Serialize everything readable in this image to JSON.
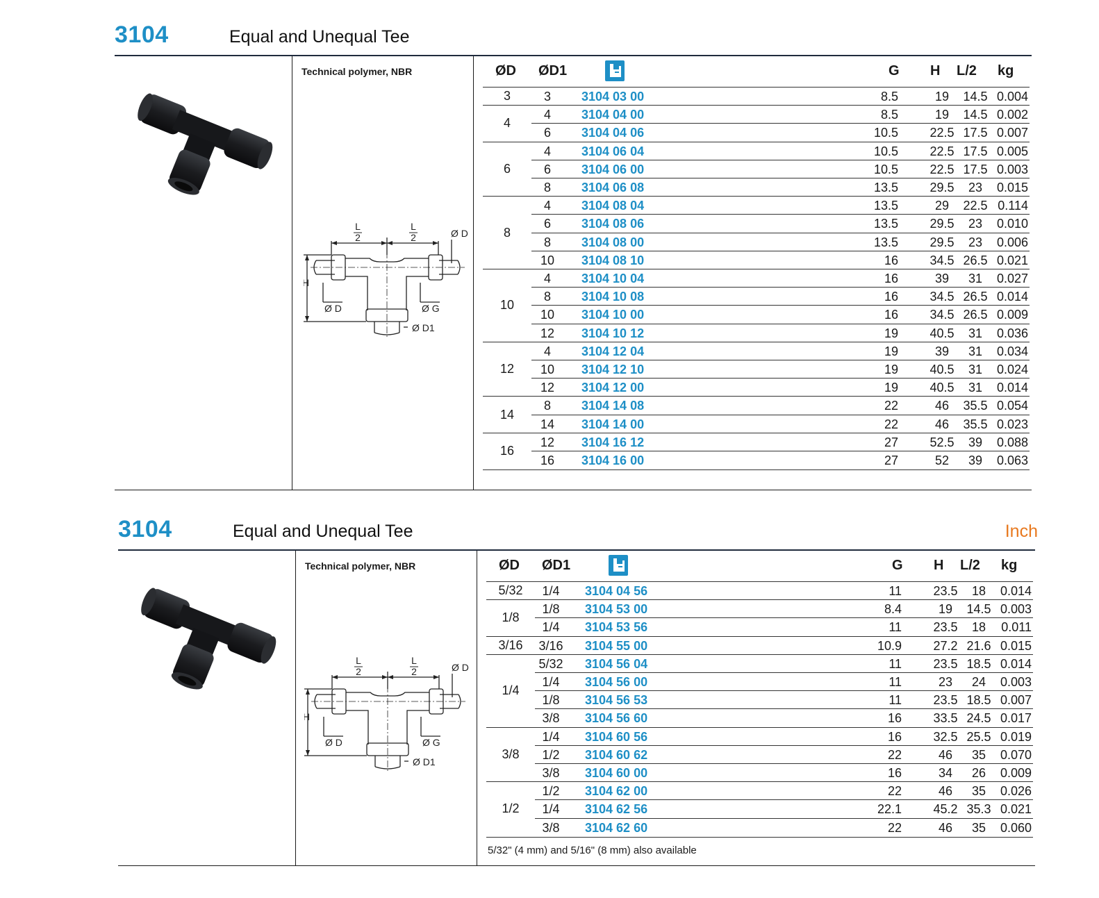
{
  "sections": [
    {
      "number": "3104",
      "title": "Equal and Unequal Tee",
      "unit": "",
      "material": "Technical polymer, NBR",
      "headers": {
        "od": "ØD",
        "od1": "ØD1",
        "g": "G",
        "h": "H",
        "l2": "L/2",
        "kg": "kg"
      },
      "groups": [
        {
          "od": "3",
          "rows": [
            {
              "od1": "3",
              "art": "3104 03 00",
              "g": "8.5",
              "h": "19",
              "l2": "14.5",
              "kg": "0.004"
            }
          ]
        },
        {
          "od": "4",
          "rows": [
            {
              "od1": "4",
              "art": "3104 04 00",
              "g": "8.5",
              "h": "19",
              "l2": "14.5",
              "kg": "0.002"
            },
            {
              "od1": "6",
              "art": "3104 04 06",
              "g": "10.5",
              "h": "22.5",
              "l2": "17.5",
              "kg": "0.007"
            }
          ]
        },
        {
          "od": "6",
          "rows": [
            {
              "od1": "4",
              "art": "3104 06 04",
              "g": "10.5",
              "h": "22.5",
              "l2": "17.5",
              "kg": "0.005"
            },
            {
              "od1": "6",
              "art": "3104 06 00",
              "g": "10.5",
              "h": "22.5",
              "l2": "17.5",
              "kg": "0.003"
            },
            {
              "od1": "8",
              "art": "3104 06 08",
              "g": "13.5",
              "h": "29.5",
              "l2": "23",
              "kg": "0.015"
            }
          ]
        },
        {
          "od": "8",
          "rows": [
            {
              "od1": "4",
              "art": "3104 08 04",
              "g": "13.5",
              "h": "29",
              "l2": "22.5",
              "kg": "0.114"
            },
            {
              "od1": "6",
              "art": "3104 08 06",
              "g": "13.5",
              "h": "29.5",
              "l2": "23",
              "kg": "0.010"
            },
            {
              "od1": "8",
              "art": "3104 08 00",
              "g": "13.5",
              "h": "29.5",
              "l2": "23",
              "kg": "0.006"
            },
            {
              "od1": "10",
              "art": "3104 08 10",
              "g": "16",
              "h": "34.5",
              "l2": "26.5",
              "kg": "0.021"
            }
          ]
        },
        {
          "od": "10",
          "rows": [
            {
              "od1": "4",
              "art": "3104 10 04",
              "g": "16",
              "h": "39",
              "l2": "31",
              "kg": "0.027"
            },
            {
              "od1": "8",
              "art": "3104 10 08",
              "g": "16",
              "h": "34.5",
              "l2": "26.5",
              "kg": "0.014"
            },
            {
              "od1": "10",
              "art": "3104 10 00",
              "g": "16",
              "h": "34.5",
              "l2": "26.5",
              "kg": "0.009"
            },
            {
              "od1": "12",
              "art": "3104 10 12",
              "g": "19",
              "h": "40.5",
              "l2": "31",
              "kg": "0.036"
            }
          ]
        },
        {
          "od": "12",
          "rows": [
            {
              "od1": "4",
              "art": "3104 12 04",
              "g": "19",
              "h": "39",
              "l2": "31",
              "kg": "0.034"
            },
            {
              "od1": "10",
              "art": "3104 12 10",
              "g": "19",
              "h": "40.5",
              "l2": "31",
              "kg": "0.024"
            },
            {
              "od1": "12",
              "art": "3104 12 00",
              "g": "19",
              "h": "40.5",
              "l2": "31",
              "kg": "0.014"
            }
          ]
        },
        {
          "od": "14",
          "rows": [
            {
              "od1": "8",
              "art": "3104 14 08",
              "g": "22",
              "h": "46",
              "l2": "35.5",
              "kg": "0.054"
            },
            {
              "od1": "14",
              "art": "3104 14 00",
              "g": "22",
              "h": "46",
              "l2": "35.5",
              "kg": "0.023"
            }
          ]
        },
        {
          "od": "16",
          "rows": [
            {
              "od1": "12",
              "art": "3104 16 12",
              "g": "27",
              "h": "52.5",
              "l2": "39",
              "kg": "0.088"
            },
            {
              "od1": "16",
              "art": "3104 16 00",
              "g": "27",
              "h": "52",
              "l2": "39",
              "kg": "0.063"
            }
          ]
        }
      ],
      "note": ""
    },
    {
      "number": "3104",
      "title": "Equal and Unequal Tee",
      "unit": "Inch",
      "material": "Technical polymer, NBR",
      "headers": {
        "od": "ØD",
        "od1": "ØD1",
        "g": "G",
        "h": "H",
        "l2": "L/2",
        "kg": "kg"
      },
      "groups": [
        {
          "od": "5/32",
          "rows": [
            {
              "od1": "1/4",
              "art": "3104 04 56",
              "g": "11",
              "h": "23.5",
              "l2": "18",
              "kg": "0.014"
            }
          ]
        },
        {
          "od": "1/8",
          "rows": [
            {
              "od1": "1/8",
              "art": "3104 53 00",
              "g": "8.4",
              "h": "19",
              "l2": "14.5",
              "kg": "0.003"
            },
            {
              "od1": "1/4",
              "art": "3104 53 56",
              "g": "11",
              "h": "23.5",
              "l2": "18",
              "kg": "0.011"
            }
          ]
        },
        {
          "od": "3/16",
          "rows": [
            {
              "od1": "3/16",
              "art": "3104 55 00",
              "g": "10.9",
              "h": "27.2",
              "l2": "21.6",
              "kg": "0.015"
            }
          ]
        },
        {
          "od": "1/4",
          "rows": [
            {
              "od1": "5/32",
              "art": "3104 56 04",
              "g": "11",
              "h": "23.5",
              "l2": "18.5",
              "kg": "0.014"
            },
            {
              "od1": "1/4",
              "art": "3104 56 00",
              "g": "11",
              "h": "23",
              "l2": "24",
              "kg": "0.003"
            },
            {
              "od1": "1/8",
              "art": "3104 56 53",
              "g": "11",
              "h": "23.5",
              "l2": "18.5",
              "kg": "0.007"
            },
            {
              "od1": "3/8",
              "art": "3104 56 60",
              "g": "16",
              "h": "33.5",
              "l2": "24.5",
              "kg": "0.017"
            }
          ]
        },
        {
          "od": "3/8",
          "rows": [
            {
              "od1": "1/4",
              "art": "3104 60 56",
              "g": "16",
              "h": "32.5",
              "l2": "25.5",
              "kg": "0.019"
            },
            {
              "od1": "1/2",
              "art": "3104 60 62",
              "g": "22",
              "h": "46",
              "l2": "35",
              "kg": "0.070"
            },
            {
              "od1": "3/8",
              "art": "3104 60 00",
              "g": "16",
              "h": "34",
              "l2": "26",
              "kg": "0.009"
            }
          ]
        },
        {
          "od": "1/2",
          "rows": [
            {
              "od1": "1/2",
              "art": "3104 62 00",
              "g": "22",
              "h": "46",
              "l2": "35",
              "kg": "0.026"
            },
            {
              "od1": "1/4",
              "art": "3104 62 56",
              "g": "22.1",
              "h": "45.2",
              "l2": "35.3",
              "kg": "0.021"
            },
            {
              "od1": "3/8",
              "art": "3104 62 60",
              "g": "22",
              "h": "46",
              "l2": "35",
              "kg": "0.060"
            }
          ]
        }
      ],
      "note": "5/32\" (4 mm) and 5/16\" (8 mm) also available"
    }
  ],
  "drawing_labels": {
    "l_num": "L",
    "l_den": "2",
    "od": "Ø D",
    "og": "Ø G",
    "od1": "Ø D1",
    "h": "H"
  },
  "colors": {
    "accent": "#1e8fc6",
    "unit": "#e8791f"
  },
  "icons": [
    "fitting-photo",
    "tee-technical-drawing",
    "catalog-code-icon"
  ]
}
